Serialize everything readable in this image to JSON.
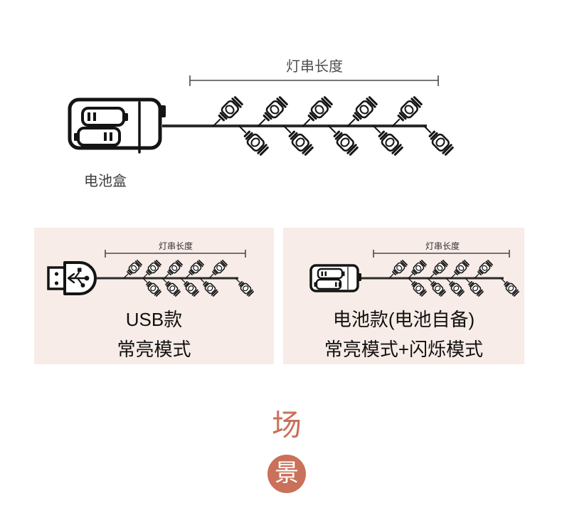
{
  "colors": {
    "card_bg": "#f7ece7",
    "accent": "#c9715a",
    "ink": "#141414",
    "label_gray": "#4f4f4f"
  },
  "top_diagram": {
    "length_label": "灯串长度",
    "battery_box_label": "电池盒",
    "icons": [
      "battery-box-icon",
      "string-lights"
    ]
  },
  "cards": [
    {
      "length_label": "灯串长度",
      "title": "USB款",
      "subtitle": "常亮模式",
      "icon": "usb-plug-icon"
    },
    {
      "length_label": "灯串长度",
      "title": "电池款(电池自备)",
      "subtitle": "常亮模式+闪烁模式",
      "icon": "battery-box-icon"
    }
  ],
  "scene_marker": {
    "top_char": "场",
    "bottom_char": "景"
  }
}
